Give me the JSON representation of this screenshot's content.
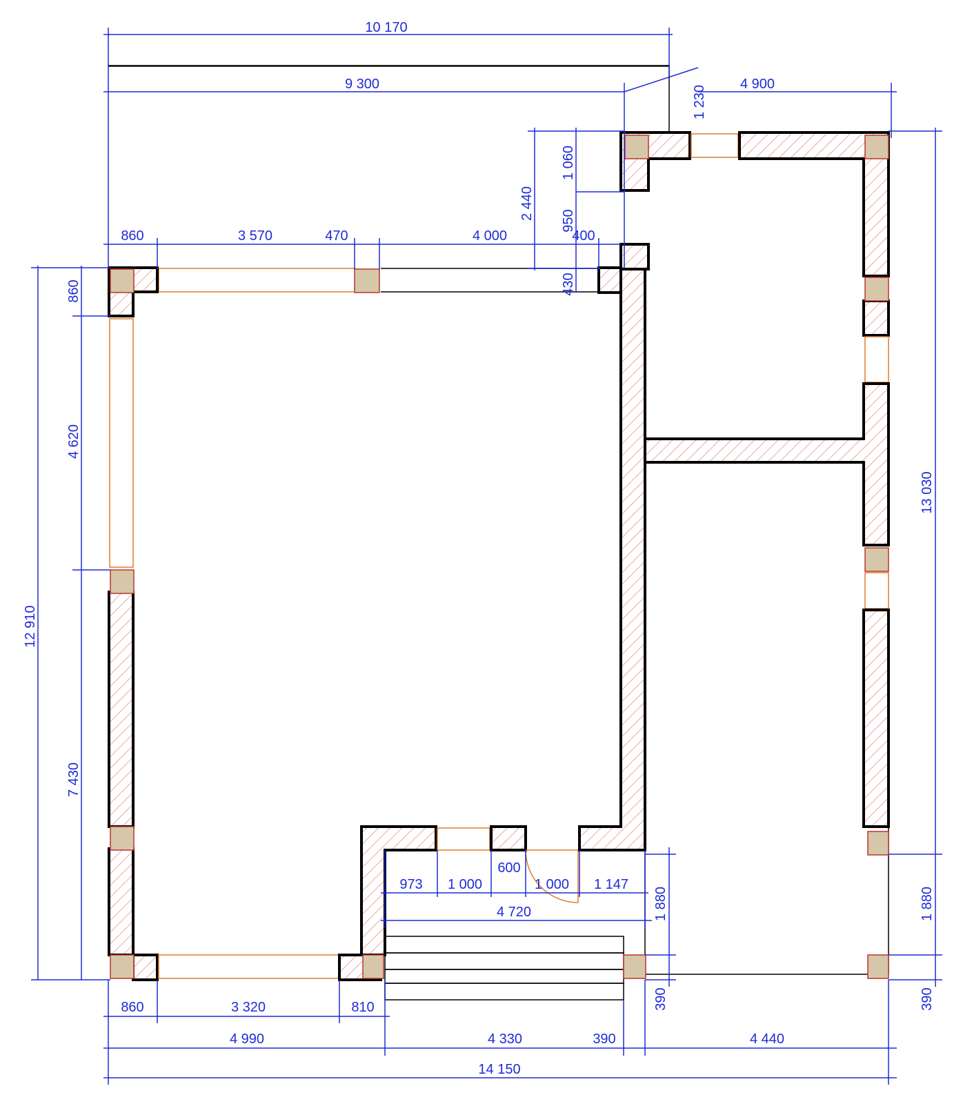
{
  "dimensions": {
    "top_overall": "10 170",
    "top_left": "9 300",
    "top_right_offset": "1 230",
    "top_right": "4 900",
    "row_860_left": "860",
    "row_3570": "3 570",
    "row_470": "470",
    "row_4000": "4 000",
    "row_400": "400",
    "vert_2440": "2 440",
    "vert_1060": "1 060",
    "vert_950": "950",
    "vert_430": "430",
    "left_860": "860",
    "left_4620": "4 620",
    "left_7430": "7 430",
    "left_overall": "12 910",
    "right_overall": "13 030",
    "right_1880": "1 880",
    "right_390": "390",
    "mid_1880": "1 880",
    "mid_390": "390",
    "porch_973": "973",
    "porch_1000a": "1 000",
    "porch_600": "600",
    "porch_1000b": "1 000",
    "porch_1147": "1 147",
    "porch_4720": "4 720",
    "bottom_860": "860",
    "bottom_3320": "3 320",
    "bottom_810": "810",
    "bottom_4990": "4 990",
    "bottom_4330": "4 330",
    "bottom_390": "390",
    "bottom_4440": "4 440",
    "bottom_overall": "14 150"
  },
  "colors": {
    "dimension": "#1f2bd6",
    "wall_hatch": "#e88a8a",
    "window": "#e07b2a",
    "column_fill": "#d6c7a8"
  }
}
